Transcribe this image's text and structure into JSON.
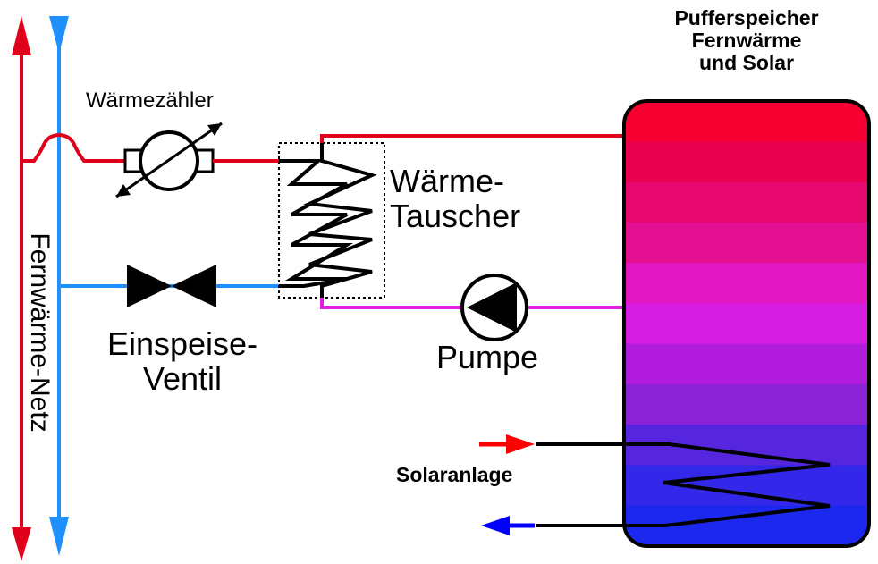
{
  "title_lines": [
    "Pufferspeicher",
    "Fernwärme",
    "und Solar"
  ],
  "labels": {
    "waermezaehler": "Wärmezähler",
    "tauscher_lines": [
      "Wärme-",
      "Tauscher"
    ],
    "ventil_lines": [
      "Einspeise-",
      "Ventil"
    ],
    "pumpe": "Pumpe",
    "solaranlage": "Solaranlage",
    "netz": "Fernwärme-Netz"
  },
  "colors": {
    "supply": "#e0001b",
    "return": "#1e90ff",
    "pump_line": "#e020e0",
    "solar_in_arrow": "#ff0000",
    "solar_out_arrow": "#0000ff",
    "tank_layers": [
      "#f50030",
      "#e9004e",
      "#e7086f",
      "#e31092",
      "#e317c2",
      "#d61de2",
      "#b11cdd",
      "#8a22d5",
      "#5526dd",
      "#3327e9",
      "#1c28ee"
    ]
  }
}
